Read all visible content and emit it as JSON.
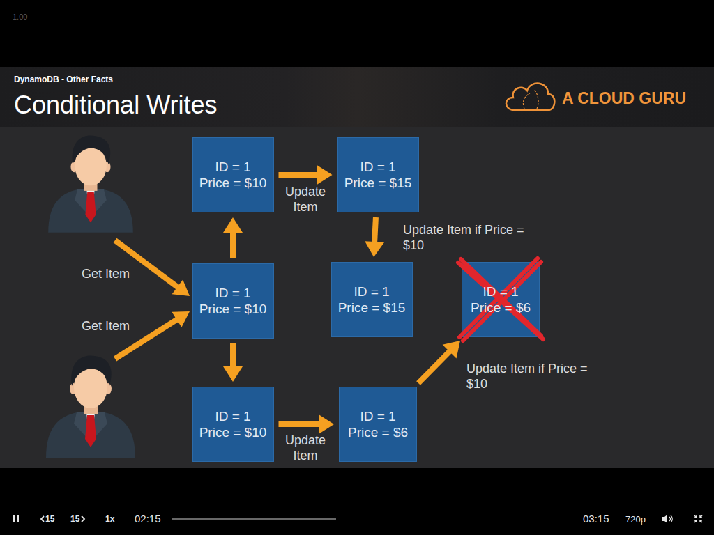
{
  "diagram": {
    "title": "Conditional Writes",
    "nodes": [
      {
        "text": [
          "ID = 1",
          "Price = $10"
        ]
      },
      {
        "text": [
          "ID = 1",
          "Price = $15"
        ]
      },
      {
        "text": [
          "ID = 1",
          "Price = $10"
        ]
      },
      {
        "text": [
          "ID = 1",
          "Price = $15"
        ]
      },
      {
        "text": [
          "ID = 1",
          "Price = $6"
        ]
      },
      {
        "text": [
          "ID = 1",
          "Price = $10"
        ]
      },
      {
        "text": [
          "ID = 1",
          "Price = $6"
        ]
      }
    ],
    "edges": [
      {
        "from": 2,
        "to": 0,
        "arrow": "to"
      },
      {
        "from": 0,
        "to": 1,
        "arrow": "to",
        "label": "Update Item"
      },
      {
        "from": 1,
        "to": 3,
        "arrow": "to",
        "label": "Update Item if Price = $10"
      },
      {
        "from": 2,
        "to": 5,
        "arrow": "to"
      },
      {
        "from": 5,
        "to": 6,
        "arrow": "to",
        "label": "Update Item"
      },
      {
        "from": 6,
        "to": 4,
        "arrow": "to",
        "label": "Update Item if Price = $10"
      }
    ],
    "labels": [
      "1.00",
      "DynamoDB - Other Facts",
      "A CLOUD GURU",
      "Get Item",
      "Get Item",
      "15",
      "15",
      "1x",
      "02:15",
      "03:15",
      "720p"
    ]
  }
}
